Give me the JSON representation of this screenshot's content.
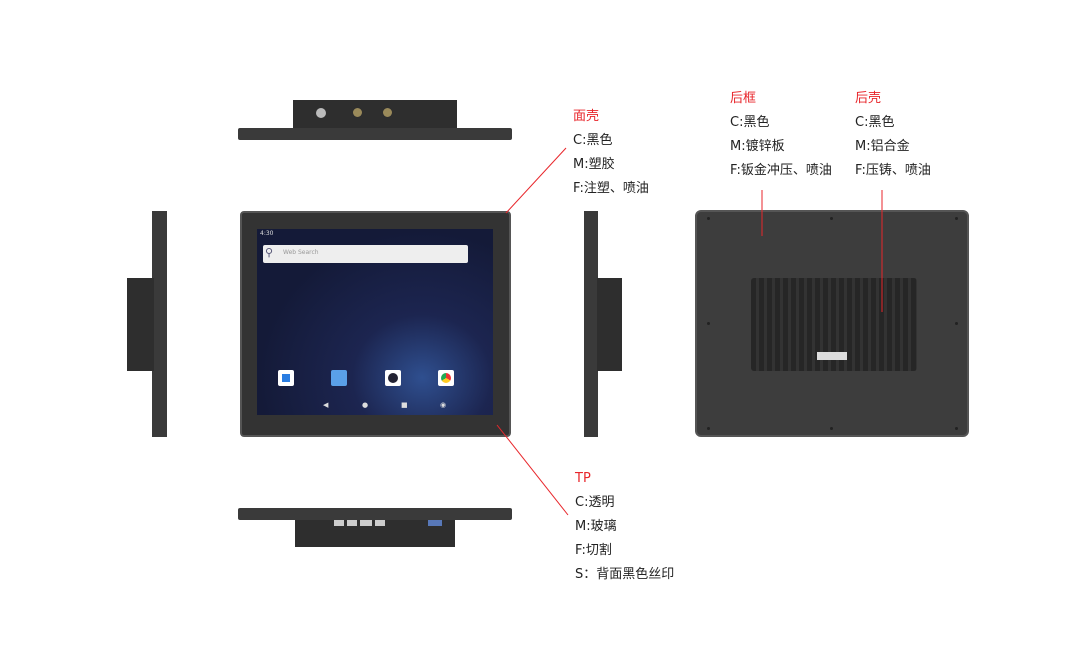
{
  "front_panel": {
    "title": "面壳",
    "color": "C:黑色",
    "material": "M:塑胶",
    "finish": "F:注塑、喷油"
  },
  "touch_panel": {
    "title": "TP",
    "color": "C:透明",
    "material": "M:玻璃",
    "finish": "F:切割",
    "silkscreen": "S：背面黑色丝印"
  },
  "rear_frame": {
    "title": "后框",
    "color": "C:黑色",
    "material": "M:镀锌板",
    "finish": "F:钣金冲压、喷油"
  },
  "rear_shell": {
    "title": "后壳",
    "color": "C:黑色",
    "material": "M:铝合金",
    "finish": "F:压铸、喷油"
  },
  "screen": {
    "time": "4:30",
    "search_placeholder": "Web Search"
  },
  "colors": {
    "accent": "#e8262b",
    "device": "#3a3a3a"
  }
}
